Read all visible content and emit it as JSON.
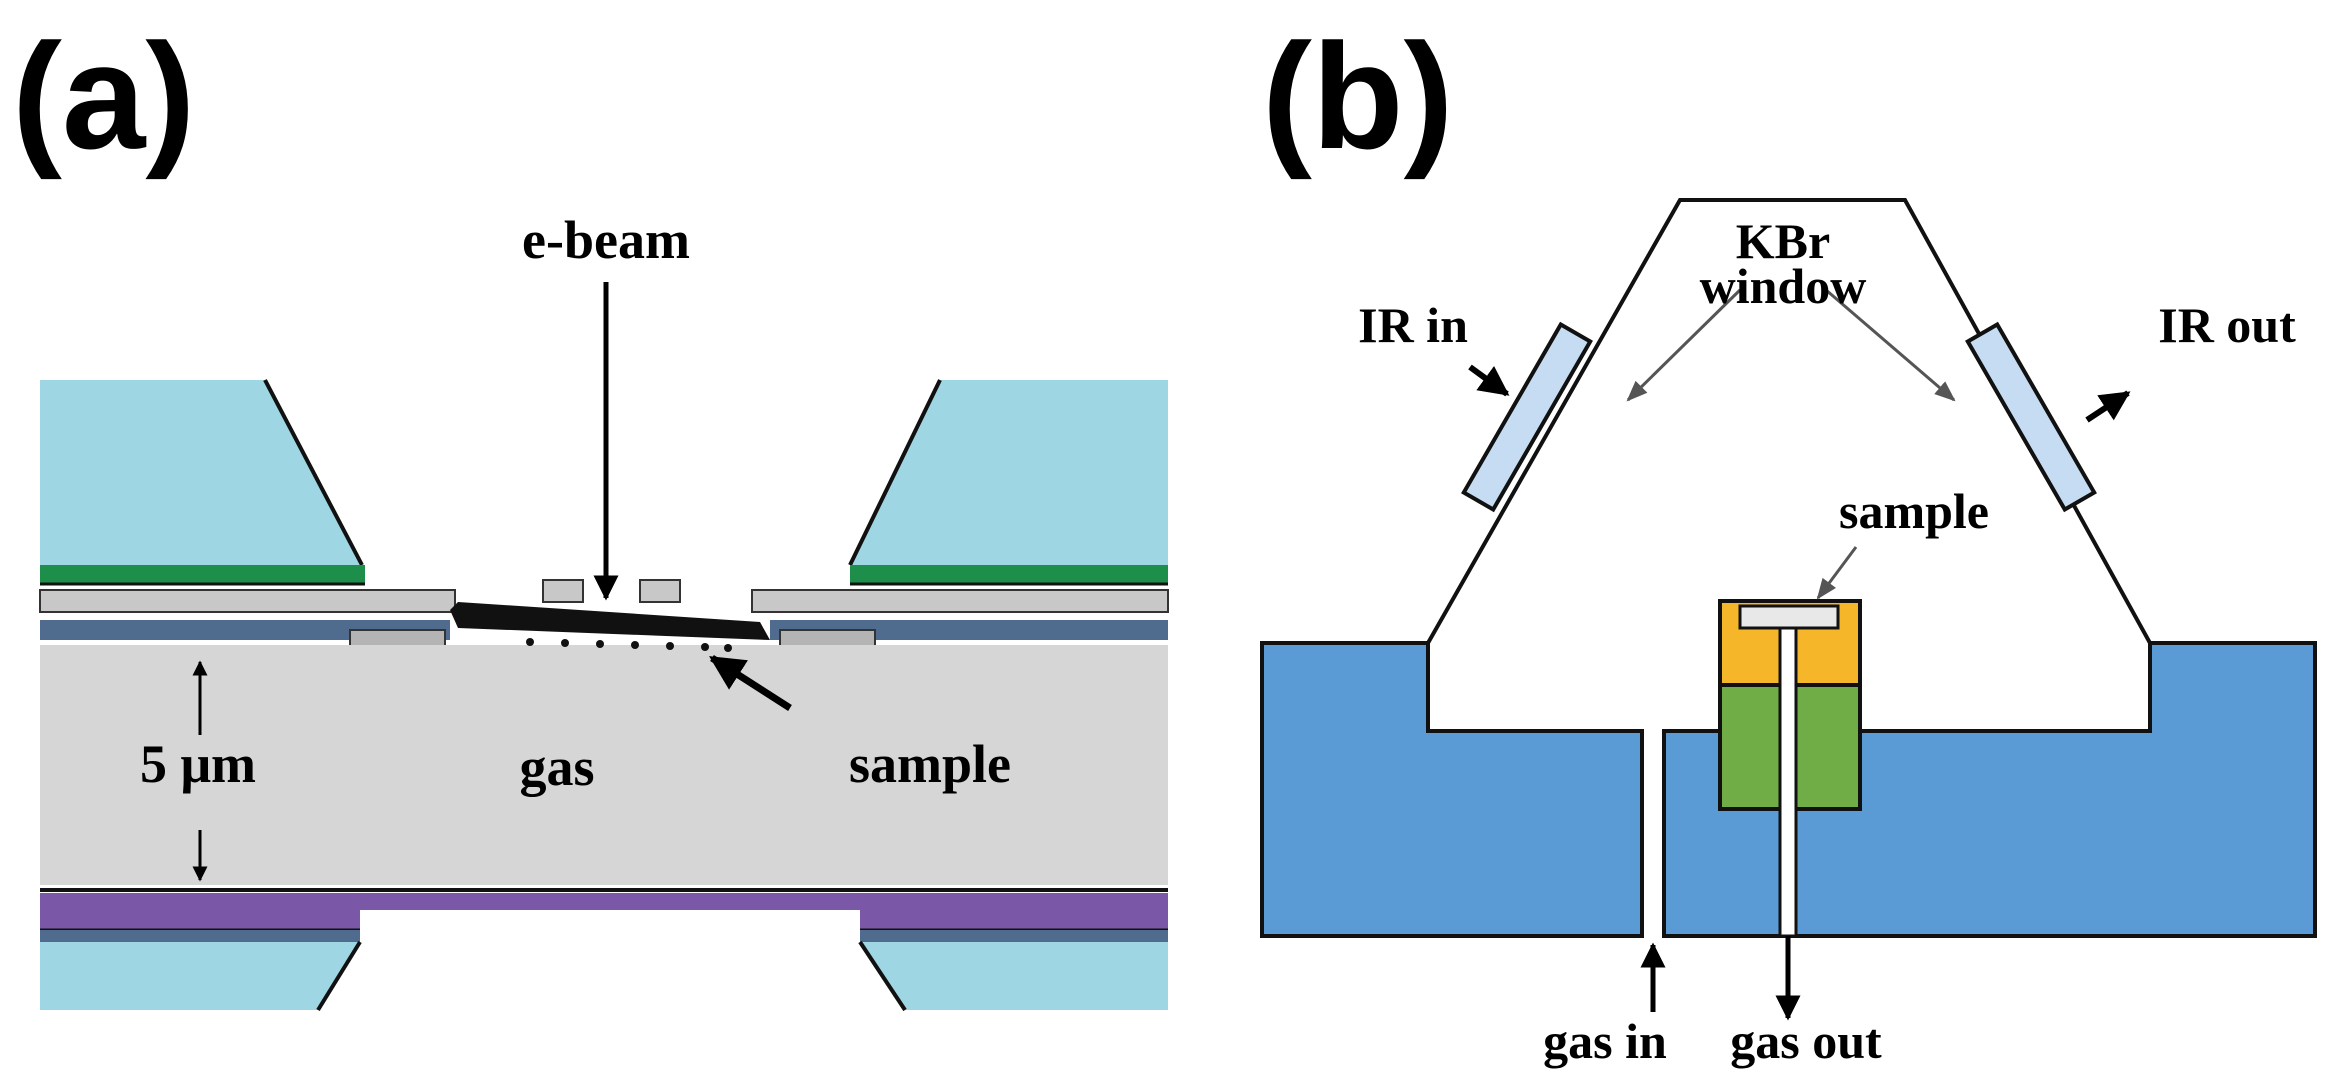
{
  "panels": {
    "a": {
      "letter": "(a)",
      "labels": {
        "ebeam": "e-beam",
        "gas": "gas",
        "sample": "sample",
        "gap": "5 μm"
      }
    },
    "b": {
      "letter": "(b)",
      "labels": {
        "kbr_line1": "KBr",
        "kbr_line2": "window",
        "ir_in": "IR in",
        "ir_out": "IR out",
        "sample": "sample",
        "gas_in": "gas in",
        "gas_out": "gas out"
      }
    }
  },
  "colors": {
    "light_blue_substrate": "#9fd6e4",
    "green_layer": "#1e8f4a",
    "gray_layer": "#c8c8c8",
    "dark_blue_layer": "#4f6c8f",
    "gas_gap": "#d6d6d6",
    "purple_layer": "#7b57a8",
    "cell_body_blue": "#5b9bd5",
    "window_blue": "#c6dcf3",
    "sample_holder_yellow": "#f6b62a",
    "sample_holder_green": "#70ad47"
  }
}
